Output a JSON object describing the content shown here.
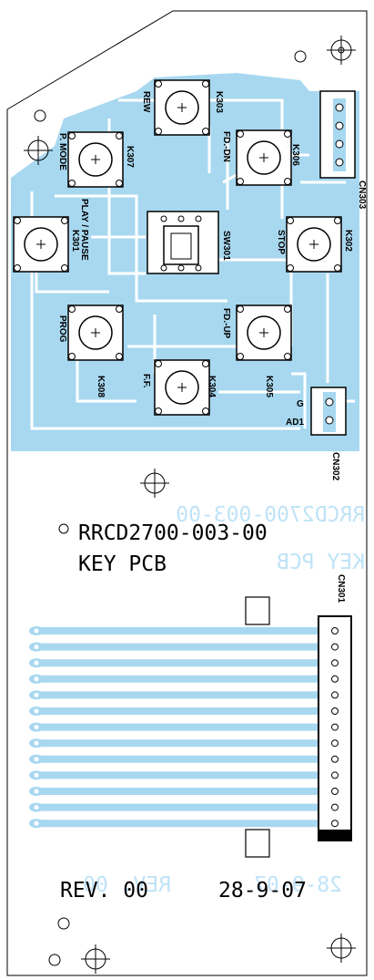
{
  "board": {
    "title": "RRCD2700-003-00",
    "subtitle": "KEY PCB",
    "revision": "REV. 00",
    "date": "28-9-07",
    "ghost_title": "RRCD2700-003-00",
    "ghost_subtitle": "KEY PCB",
    "ghost_revision": "REV. 00",
    "ghost_date": "28-9-07"
  },
  "keys": [
    {
      "ref": "K303",
      "function": "REW"
    },
    {
      "ref": "K307",
      "function": "P. MODE"
    },
    {
      "ref": "K306",
      "function": "FD.-DN"
    },
    {
      "ref": "K301",
      "function": "PLAY / PAUSE"
    },
    {
      "ref": "SW301",
      "function": ""
    },
    {
      "ref": "K302",
      "function": "STOP"
    },
    {
      "ref": "K308",
      "function": "PROG"
    },
    {
      "ref": "K305",
      "function": "FD.-UP"
    },
    {
      "ref": "K304",
      "function": "F.F."
    }
  ],
  "connectors": {
    "cn303": "CN303",
    "cn302": "CN302",
    "cn301": "CN301",
    "cn302_pins": [
      "G",
      "AD1"
    ]
  },
  "colors": {
    "copper": "#a8d8f0",
    "silkscreen": "#000000",
    "ghost": "#bfe3f7"
  }
}
